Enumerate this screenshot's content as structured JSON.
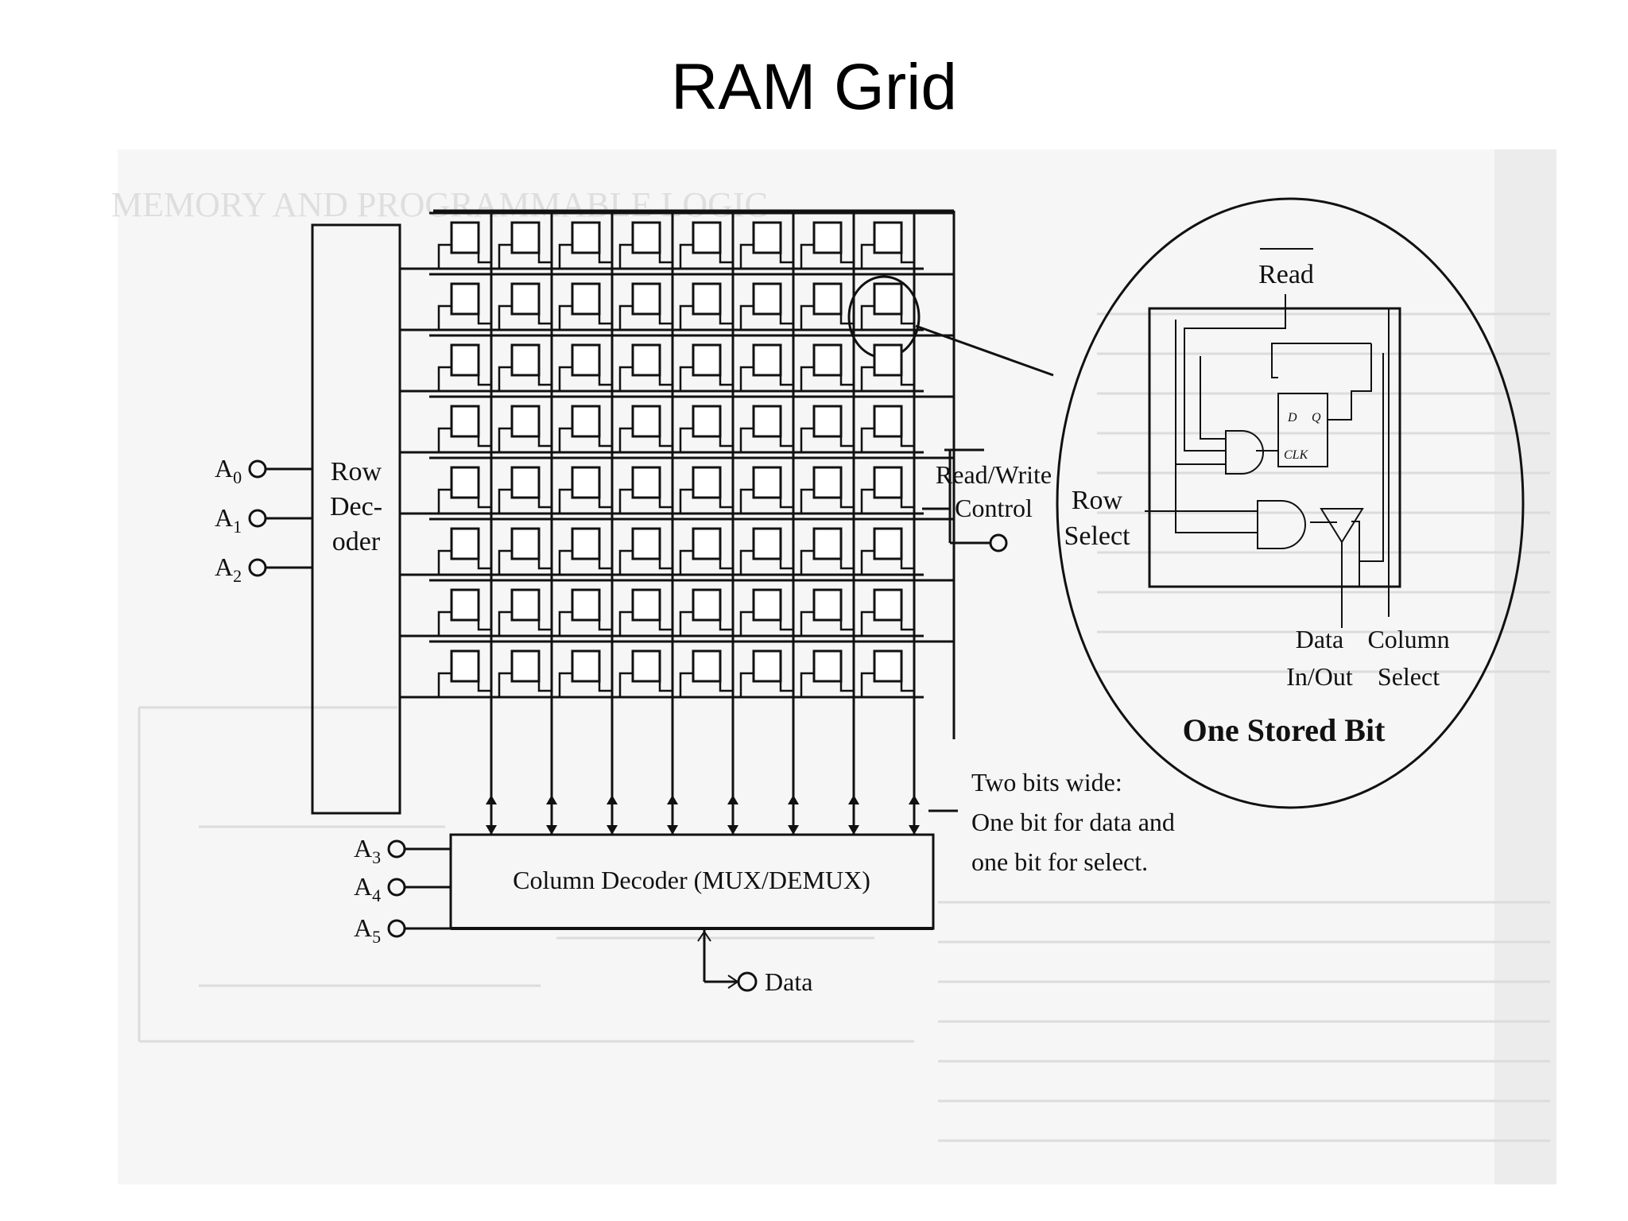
{
  "slide": {
    "title": "RAM Grid"
  },
  "diagram": {
    "row_decoder": {
      "label_lines": [
        "Row",
        "Dec-",
        "oder"
      ],
      "inputs": [
        {
          "base": "A",
          "sub": "0"
        },
        {
          "base": "A",
          "sub": "1"
        },
        {
          "base": "A",
          "sub": "2"
        }
      ]
    },
    "column_decoder": {
      "label": "Column Decoder (MUX/DEMUX)",
      "inputs": [
        {
          "base": "A",
          "sub": "3"
        },
        {
          "base": "A",
          "sub": "4"
        },
        {
          "base": "A",
          "sub": "5"
        }
      ]
    },
    "grid": {
      "rows": 8,
      "columns": 8
    },
    "read_write_control": {
      "label_lines": [
        "Read/Write",
        "Control"
      ]
    },
    "data_port": {
      "label": "Data"
    },
    "bus_note": {
      "lines": [
        "Two bits wide:",
        "One bit for data and",
        "one bit for select."
      ]
    },
    "stored_bit_detail": {
      "title": "One Stored Bit",
      "read_label": "Read",
      "row_select_lines": [
        "Row",
        "Select"
      ],
      "data_lines": [
        "Data",
        "In/Out"
      ],
      "column_select_lines": [
        "Column",
        "Select"
      ],
      "flipflop_d": "D",
      "flipflop_q": "Q",
      "flipflop_clk": "CLK"
    }
  }
}
